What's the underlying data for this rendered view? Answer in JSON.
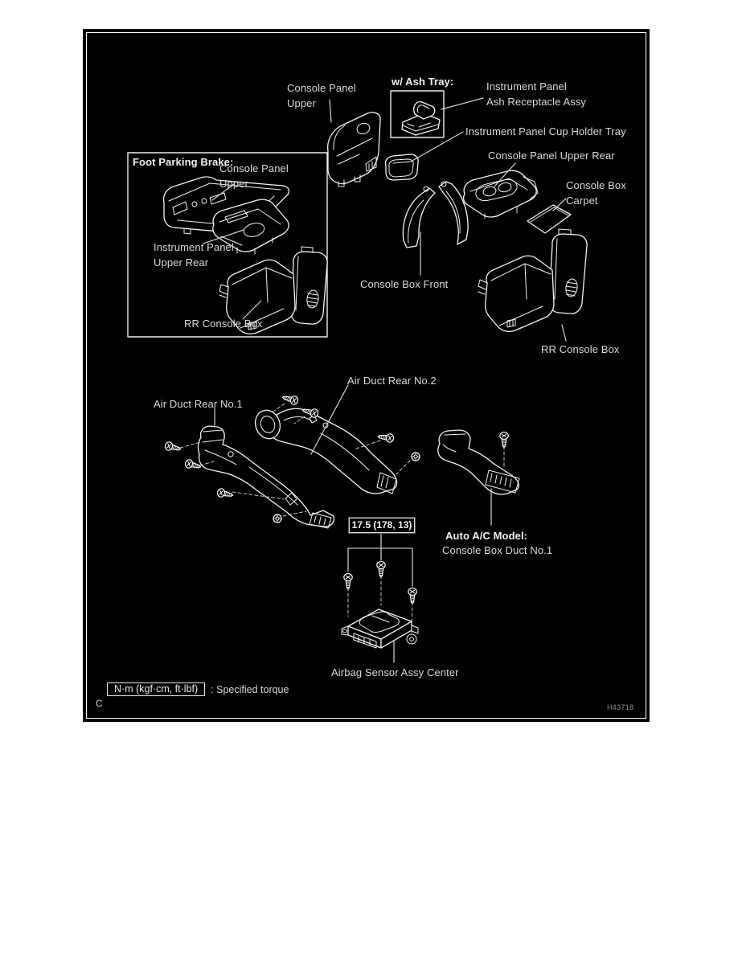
{
  "diagram": {
    "corner_mark": "C",
    "figure_code": "H43718",
    "torque_spec": {
      "value": "17.5 (178, 13)"
    },
    "legend": {
      "unit_box": "N·m (kgf·cm, ft·lbf)",
      "note": ": Specified torque"
    },
    "groups": {
      "ash_tray": {
        "heading": "w/ Ash Tray:"
      },
      "foot_parking_brake": {
        "heading": "Foot Parking Brake:"
      },
      "auto_ac": {
        "heading": "Auto A/C Model:"
      }
    },
    "labels": {
      "console_panel_upper": {
        "line1": "Console Panel",
        "line2": "Upper"
      },
      "ash_receptacle": {
        "line1": "Instrument Panel",
        "line2": "Ash Receptacle Assy"
      },
      "cup_holder_tray": "Instrument Panel Cup Holder Tray",
      "console_panel_upper_rear": "Console Panel Upper Rear",
      "console_box_carpet": {
        "line1": "Console Box",
        "line2": "Carpet"
      },
      "fpb_console_panel_upper": {
        "line1": "Console Panel",
        "line2": "Upper"
      },
      "fpb_instrument_panel_upper_rear": {
        "line1": "Instrument Panel",
        "line2": "Upper Rear"
      },
      "fpb_rr_console_box": "RR Console Box",
      "console_box_front": "Console Box Front",
      "rr_console_box": "RR Console Box",
      "air_duct_rear_no2": "Air Duct Rear No.2",
      "air_duct_rear_no1": "Air Duct Rear No.1",
      "console_box_duct_no1": "Console Box Duct No.1",
      "airbag_sensor_assy_center": "Airbag Sensor Assy Center"
    },
    "glyphs": {
      "screw": "slotted-screw-icon",
      "nut": "nut-icon"
    },
    "colors": {
      "page_background": "#ffffff",
      "diagram_background": "#000000",
      "line": "#f4f4f4",
      "text": "#dadada",
      "figure_code_text": "#8f8f8f"
    }
  }
}
